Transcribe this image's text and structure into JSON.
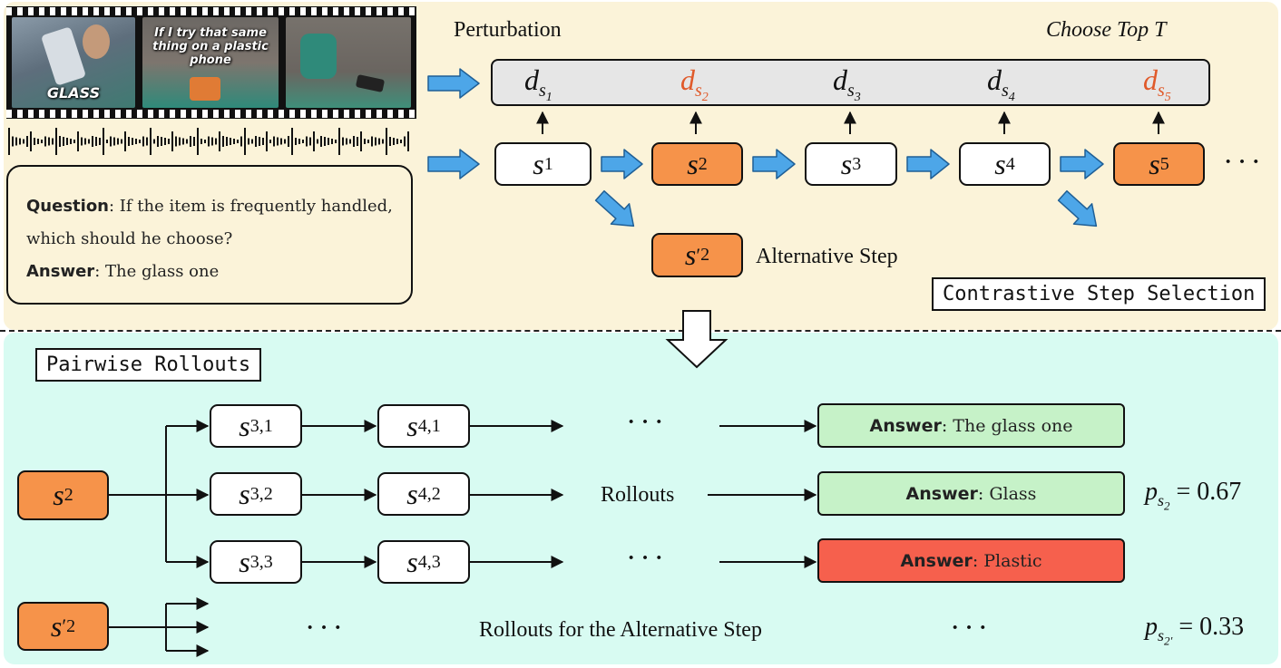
{
  "top": {
    "frames": [
      {
        "caption": "GLASS"
      },
      {
        "caption": "If I try that same thing on a plastic phone"
      },
      {
        "caption": ""
      }
    ],
    "question_label": "Question",
    "question_text": ": If the item is frequently handled, which should he choose?",
    "answer_label": "Answer",
    "answer_text": ": The glass one",
    "perturbation_label": "Perturbation",
    "choose_top_label": "Choose Top T",
    "d_nodes": [
      {
        "base": "d",
        "sub": "s",
        "subsub": "1",
        "highlight": false
      },
      {
        "base": "d",
        "sub": "s",
        "subsub": "2",
        "highlight": true
      },
      {
        "base": "d",
        "sub": "s",
        "subsub": "3",
        "highlight": false
      },
      {
        "base": "d",
        "sub": "s",
        "subsub": "4",
        "highlight": false
      },
      {
        "base": "d",
        "sub": "s",
        "subsub": "5",
        "highlight": true
      }
    ],
    "steps": [
      {
        "base": "s",
        "sub": "1",
        "highlight": false
      },
      {
        "base": "s",
        "sub": "2",
        "highlight": true
      },
      {
        "base": "s",
        "sub": "3",
        "highlight": false
      },
      {
        "base": "s",
        "sub": "4",
        "highlight": false
      },
      {
        "base": "s",
        "sub": "5",
        "highlight": true
      }
    ],
    "ellipsis": "···",
    "alt_step": {
      "base": "s",
      "prime": "′",
      "sub": "2"
    },
    "alt_step_label": "Alternative Step",
    "selection_label": "Contrastive Step Selection"
  },
  "bottom": {
    "title": "Pairwise Rollouts",
    "root": {
      "base": "s",
      "sub": "2"
    },
    "rows": [
      {
        "a": {
          "base": "s",
          "sub": "3,1"
        },
        "b": {
          "base": "s",
          "sub": "4,1"
        },
        "middle": "···",
        "answer_label": "Answer",
        "answer_text": ": The glass one",
        "color": "green"
      },
      {
        "a": {
          "base": "s",
          "sub": "3,2"
        },
        "b": {
          "base": "s",
          "sub": "4,2"
        },
        "middle": "Rollouts",
        "answer_label": "Answer",
        "answer_text": ": Glass",
        "color": "green"
      },
      {
        "a": {
          "base": "s",
          "sub": "3,3"
        },
        "b": {
          "base": "s",
          "sub": "4,3"
        },
        "middle": "···",
        "answer_label": "Answer",
        "answer_text": ": Plastic",
        "color": "red"
      }
    ],
    "prob1": {
      "base": "p",
      "sub": "s",
      "subsub": "2",
      "value": "= 0.67"
    },
    "alt_root": {
      "base": "s",
      "prime": "′",
      "sub": "2"
    },
    "alt_dots_left": "···",
    "alt_label": "Rollouts for the Alternative Step",
    "alt_dots_right": "···",
    "prob2": {
      "base": "p",
      "sub": "s",
      "subsub": "2",
      "prime": "′",
      "value": "= 0.33"
    }
  },
  "colors": {
    "top_bg": "#fbf3d9",
    "bottom_bg": "#d8fbf2",
    "highlight_step": "#f6934a",
    "highlight_text": "#e05a2a",
    "arrow_blue": "#4da6e8",
    "answer_green": "#c6f2c8",
    "answer_red": "#f6604d",
    "perturb_box": "#e6e6e6"
  }
}
